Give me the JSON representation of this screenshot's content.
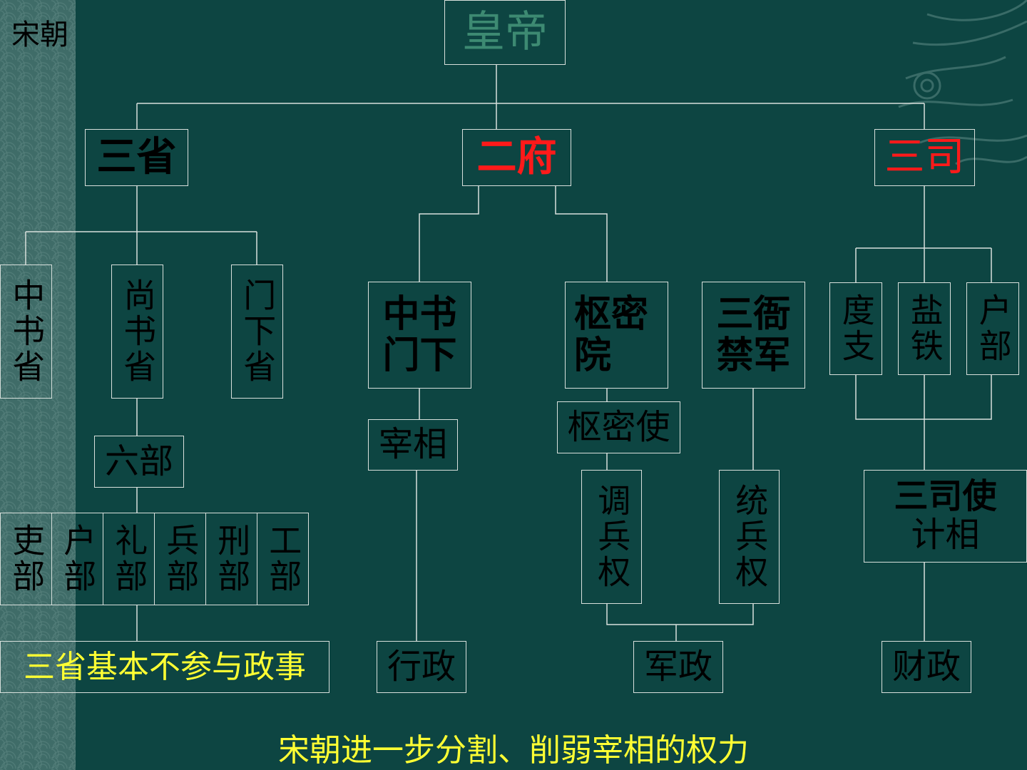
{
  "corner_title": "宋朝",
  "nodes": {
    "emperor": "皇帝",
    "sansheng": "三省",
    "erfu": "二府",
    "sansi": "三司",
    "zhongshu_sheng": "中书省",
    "shangshu_sheng": "尚书省",
    "menxia_sheng": "门下省",
    "liubu": "六部",
    "libu_li": "吏部",
    "hubu_1": "户部",
    "libu_rites": "礼部",
    "bingbu": "兵部",
    "xingbu": "刑部",
    "gongbu": "工部",
    "note_sansheng": "三省基本不参与政事",
    "zhongshu_menxia_1": "中书",
    "zhongshu_menxia_2": "门下",
    "zaixiang": "宰相",
    "xingzheng": "行政",
    "shumiyuan_1": "枢密",
    "shumiyuan_2": "院",
    "shumishi": "枢密使",
    "diaobingquan": "调兵权",
    "sanya_1": "三衙",
    "sanya_2": "禁军",
    "tongbingquan": "统兵权",
    "junzheng": "军政",
    "duzhi": "度支",
    "yantie": "盐铁",
    "hubu_2": "户部",
    "sansishi_1": "三司使",
    "sansishi_2": "计相",
    "caizheng": "财政"
  },
  "caption": "宋朝进一步分割、削弱宰相的权力",
  "colors": {
    "background": "#0d4542",
    "lines": "#d8e0dc",
    "emperor_text": "#3d8a72",
    "highlight_red": "#ff1a1a",
    "highlight_yellow": "#ffff33"
  }
}
